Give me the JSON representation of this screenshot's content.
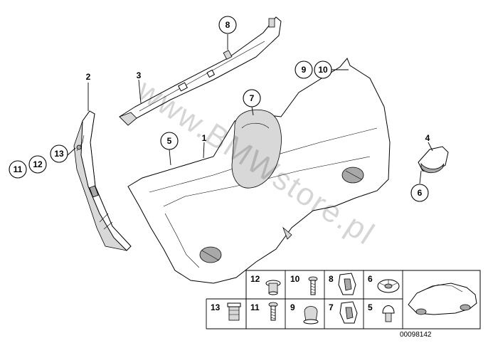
{
  "watermark": "www.BMWstore.pl",
  "document_number": "00098142",
  "callouts": {
    "c8": "8",
    "c3": "3",
    "c2": "2",
    "c7": "7",
    "c9": "9",
    "c10": "10",
    "c5": "5",
    "c1": "1",
    "c4": "4",
    "c6": "6",
    "c11": "11",
    "c12": "12",
    "c13": "13"
  },
  "parts_grid": {
    "cells": [
      {
        "number": "12",
        "part": "expanding-rivet"
      },
      {
        "number": "10",
        "part": "screw"
      },
      {
        "number": "8",
        "part": "clip"
      },
      {
        "number": "6",
        "part": "round-clip"
      },
      {
        "number": "13",
        "part": "clip-nut"
      },
      {
        "number": "11",
        "part": "screw"
      },
      {
        "number": "9",
        "part": "plug"
      },
      {
        "number": "7",
        "part": "clip"
      },
      {
        "number": "5",
        "part": "expanding-rivet"
      }
    ],
    "thumbnail": "vehicle-thumbnail"
  }
}
